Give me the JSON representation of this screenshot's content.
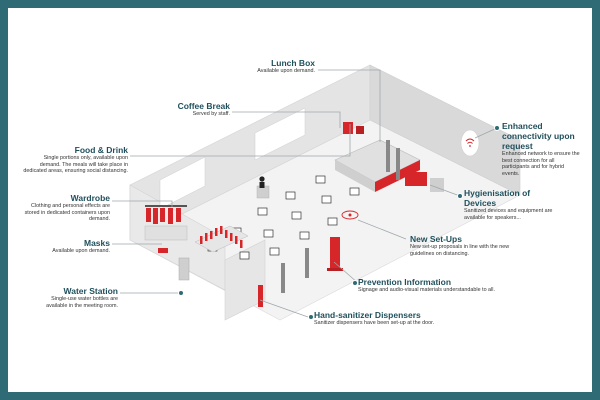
{
  "colors": {
    "frame": "#2e6b75",
    "title": "#1f4f5c",
    "accent_red": "#d7262a",
    "line": "#9fa8ab"
  },
  "labels": {
    "lunch_box": {
      "title": "Lunch Box",
      "desc": "Available upon demand."
    },
    "coffee_break": {
      "title": "Coffee Break",
      "desc": "Served by staff."
    },
    "food_drink": {
      "title": "Food & Drink",
      "desc": "Single portions only, available upon demand. The meals will take place in dedicated areas, ensuring social distancing."
    },
    "wardrobe": {
      "title": "Wardrobe",
      "desc": "Clothing and personal effects are stored in dedicated containers upon demand."
    },
    "masks": {
      "title": "Masks",
      "desc": "Available upon demand."
    },
    "water_station": {
      "title": "Water Station",
      "desc": "Single-use water bottles are available in the meeting room."
    },
    "enhanced_connectivity": {
      "title": "Enhanced connectivity upon request",
      "desc": "Enhanced network to ensure the best connection for all participants and for hybrid events."
    },
    "hygienisation": {
      "title": "Hygienisation of Devices",
      "desc": "Sanitized devices and equipment are available for speakers..."
    },
    "new_setups": {
      "title": "New Set-Ups",
      "desc": "New set-up proposals in line with the new guidelines on distancing."
    },
    "prevention": {
      "title": "Prevention Information",
      "desc": "Signage and audio-visual materials understandable to all."
    },
    "hand_sanitizer": {
      "title": "Hand-sanitizer Dispensers",
      "desc": "Sanitizer dispensers have been set-up at the door."
    }
  },
  "icons": [
    "wifi-icon"
  ]
}
